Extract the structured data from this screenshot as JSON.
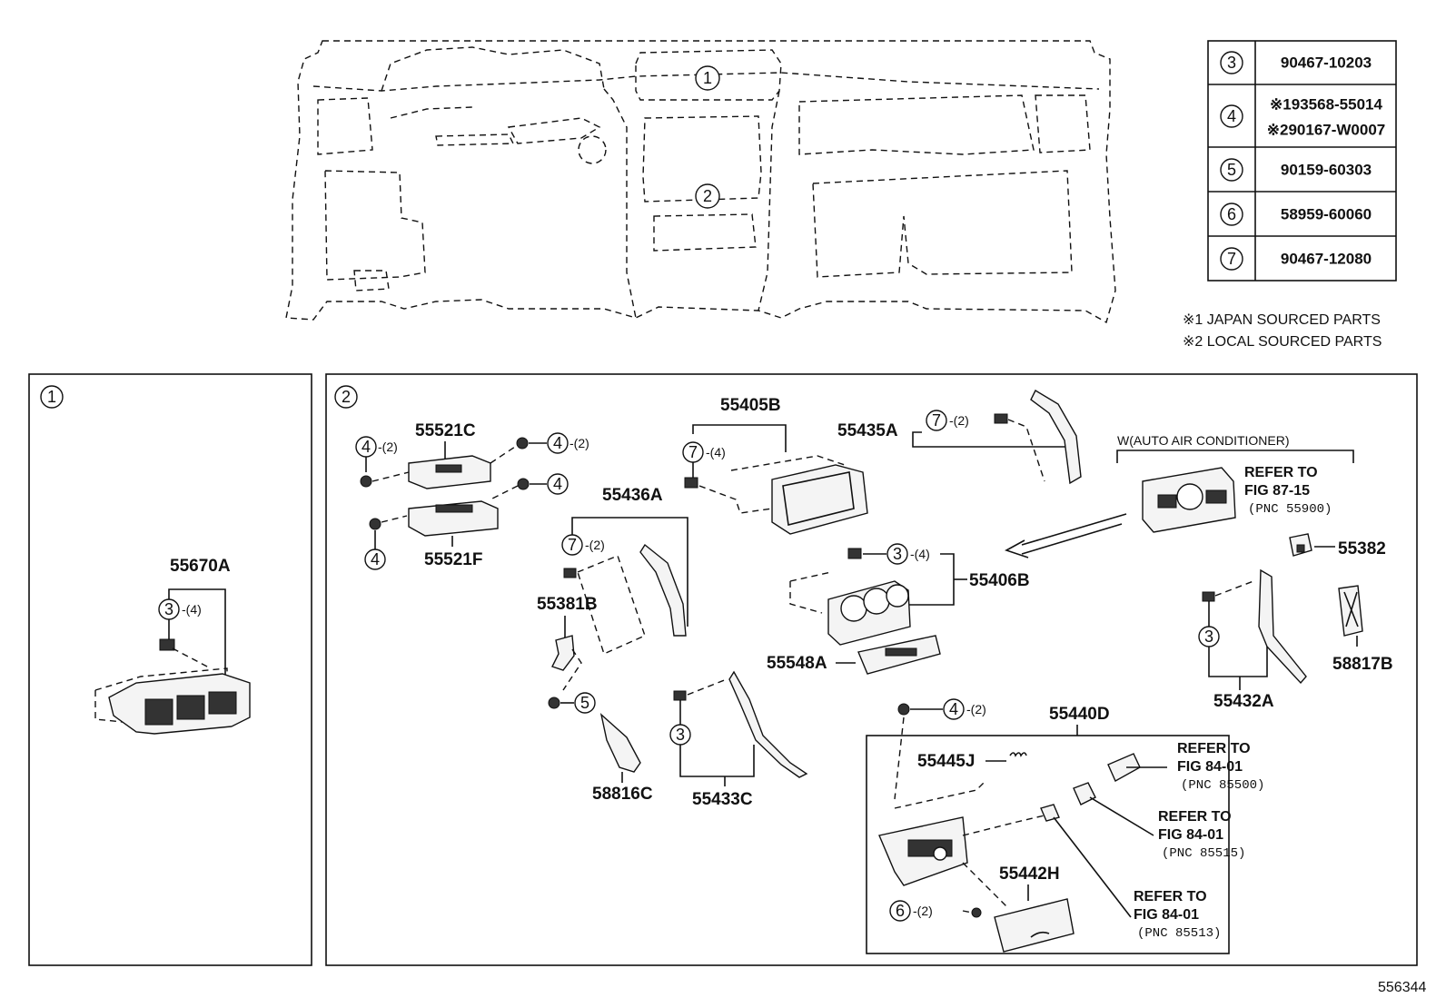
{
  "fastener_table": [
    {
      "key": "3",
      "parts": [
        "90467-10203"
      ]
    },
    {
      "key": "4",
      "parts": [
        "※193568-55014",
        "※290167-W0007"
      ]
    },
    {
      "key": "5",
      "parts": [
        "90159-60303"
      ]
    },
    {
      "key": "6",
      "parts": [
        "58959-60060"
      ]
    },
    {
      "key": "7",
      "parts": [
        "90467-12080"
      ]
    }
  ],
  "notes": [
    "※1 JAPAN SOURCED PARTS",
    "※2 LOCAL SOURCED PARTS"
  ],
  "overview_callouts": {
    "c1": "1",
    "c2": "2"
  },
  "panel1": {
    "index": "1",
    "part": "55670A",
    "fastener": {
      "key": "3",
      "qty": "-(4)"
    }
  },
  "panel2": {
    "index": "2",
    "parts": {
      "p55521C": "55521C",
      "p55521F": "55521F",
      "p55405B": "55405B",
      "p55435A": "55435A",
      "p55436A": "55436A",
      "p55381B": "55381B",
      "p55406B": "55406B",
      "p55548A": "55548A",
      "p55382": "55382",
      "p58817B": "58817B",
      "p55432A": "55432A",
      "p58816C": "58816C",
      "p55433C": "55433C",
      "p55440D": "55440D",
      "p55445J": "55445J",
      "p55442H": "55442H"
    },
    "qty2": "-(2)",
    "qty4": "-(4)",
    "callout_keys": {
      "k3": "3",
      "k4": "4",
      "k5": "5",
      "k6": "6",
      "k7": "7"
    },
    "auto_ac": "W(AUTO AIR CONDITIONER)",
    "refs": {
      "r1": {
        "line1": "REFER TO",
        "line2": "FIG 87-15",
        "pnc": "(PNC 55900)"
      },
      "r2": {
        "line1": "REFER TO",
        "line2": "FIG 84-01",
        "pnc": "(PNC 85500)"
      },
      "r3": {
        "line1": "REFER TO",
        "line2": "FIG 84-01",
        "pnc": "(PNC 85515)"
      },
      "r4": {
        "line1": "REFER TO",
        "line2": "FIG 84-01",
        "pnc": "(PNC 85513)"
      }
    }
  },
  "figure_number": "556344"
}
